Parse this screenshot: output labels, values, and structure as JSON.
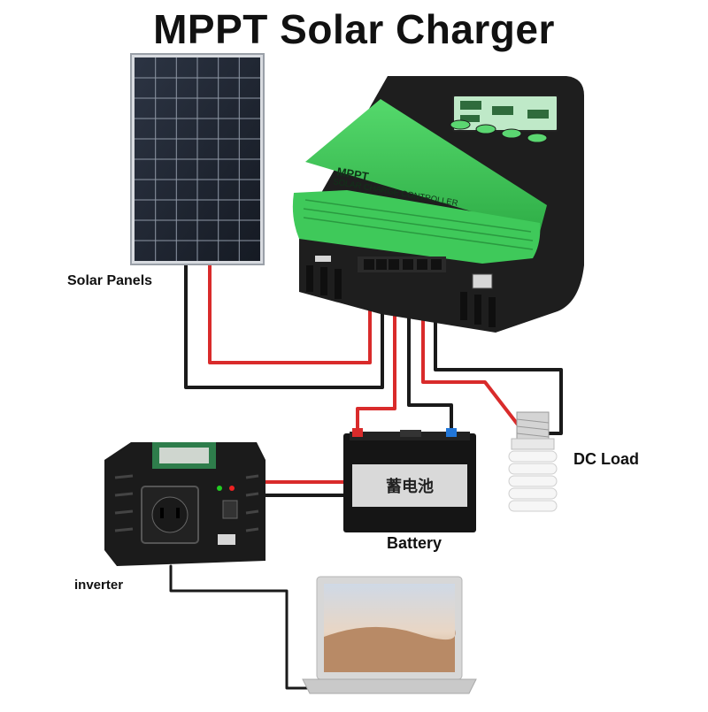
{
  "title": "MPPT Solar Charger",
  "labels": {
    "solar_panels": "Solar Panels",
    "dc_load": "DC Load",
    "battery": "Battery",
    "inverter": "inverter"
  },
  "controller": {
    "brand": "MPPT",
    "subtitle": "SOLAR CHARGE CONTROLLER"
  },
  "battery_label": "蓄电池",
  "colors": {
    "positive_wire": "#d92b2b",
    "negative_wire": "#1a1a1a",
    "controller_green": "#3fc95a",
    "controller_body": "#1e1e1e",
    "lcd": "#bfe9c8"
  },
  "icons": [
    "solar-panel-icon",
    "controller-icon",
    "battery-icon",
    "bulb-icon",
    "inverter-icon",
    "laptop-icon"
  ]
}
